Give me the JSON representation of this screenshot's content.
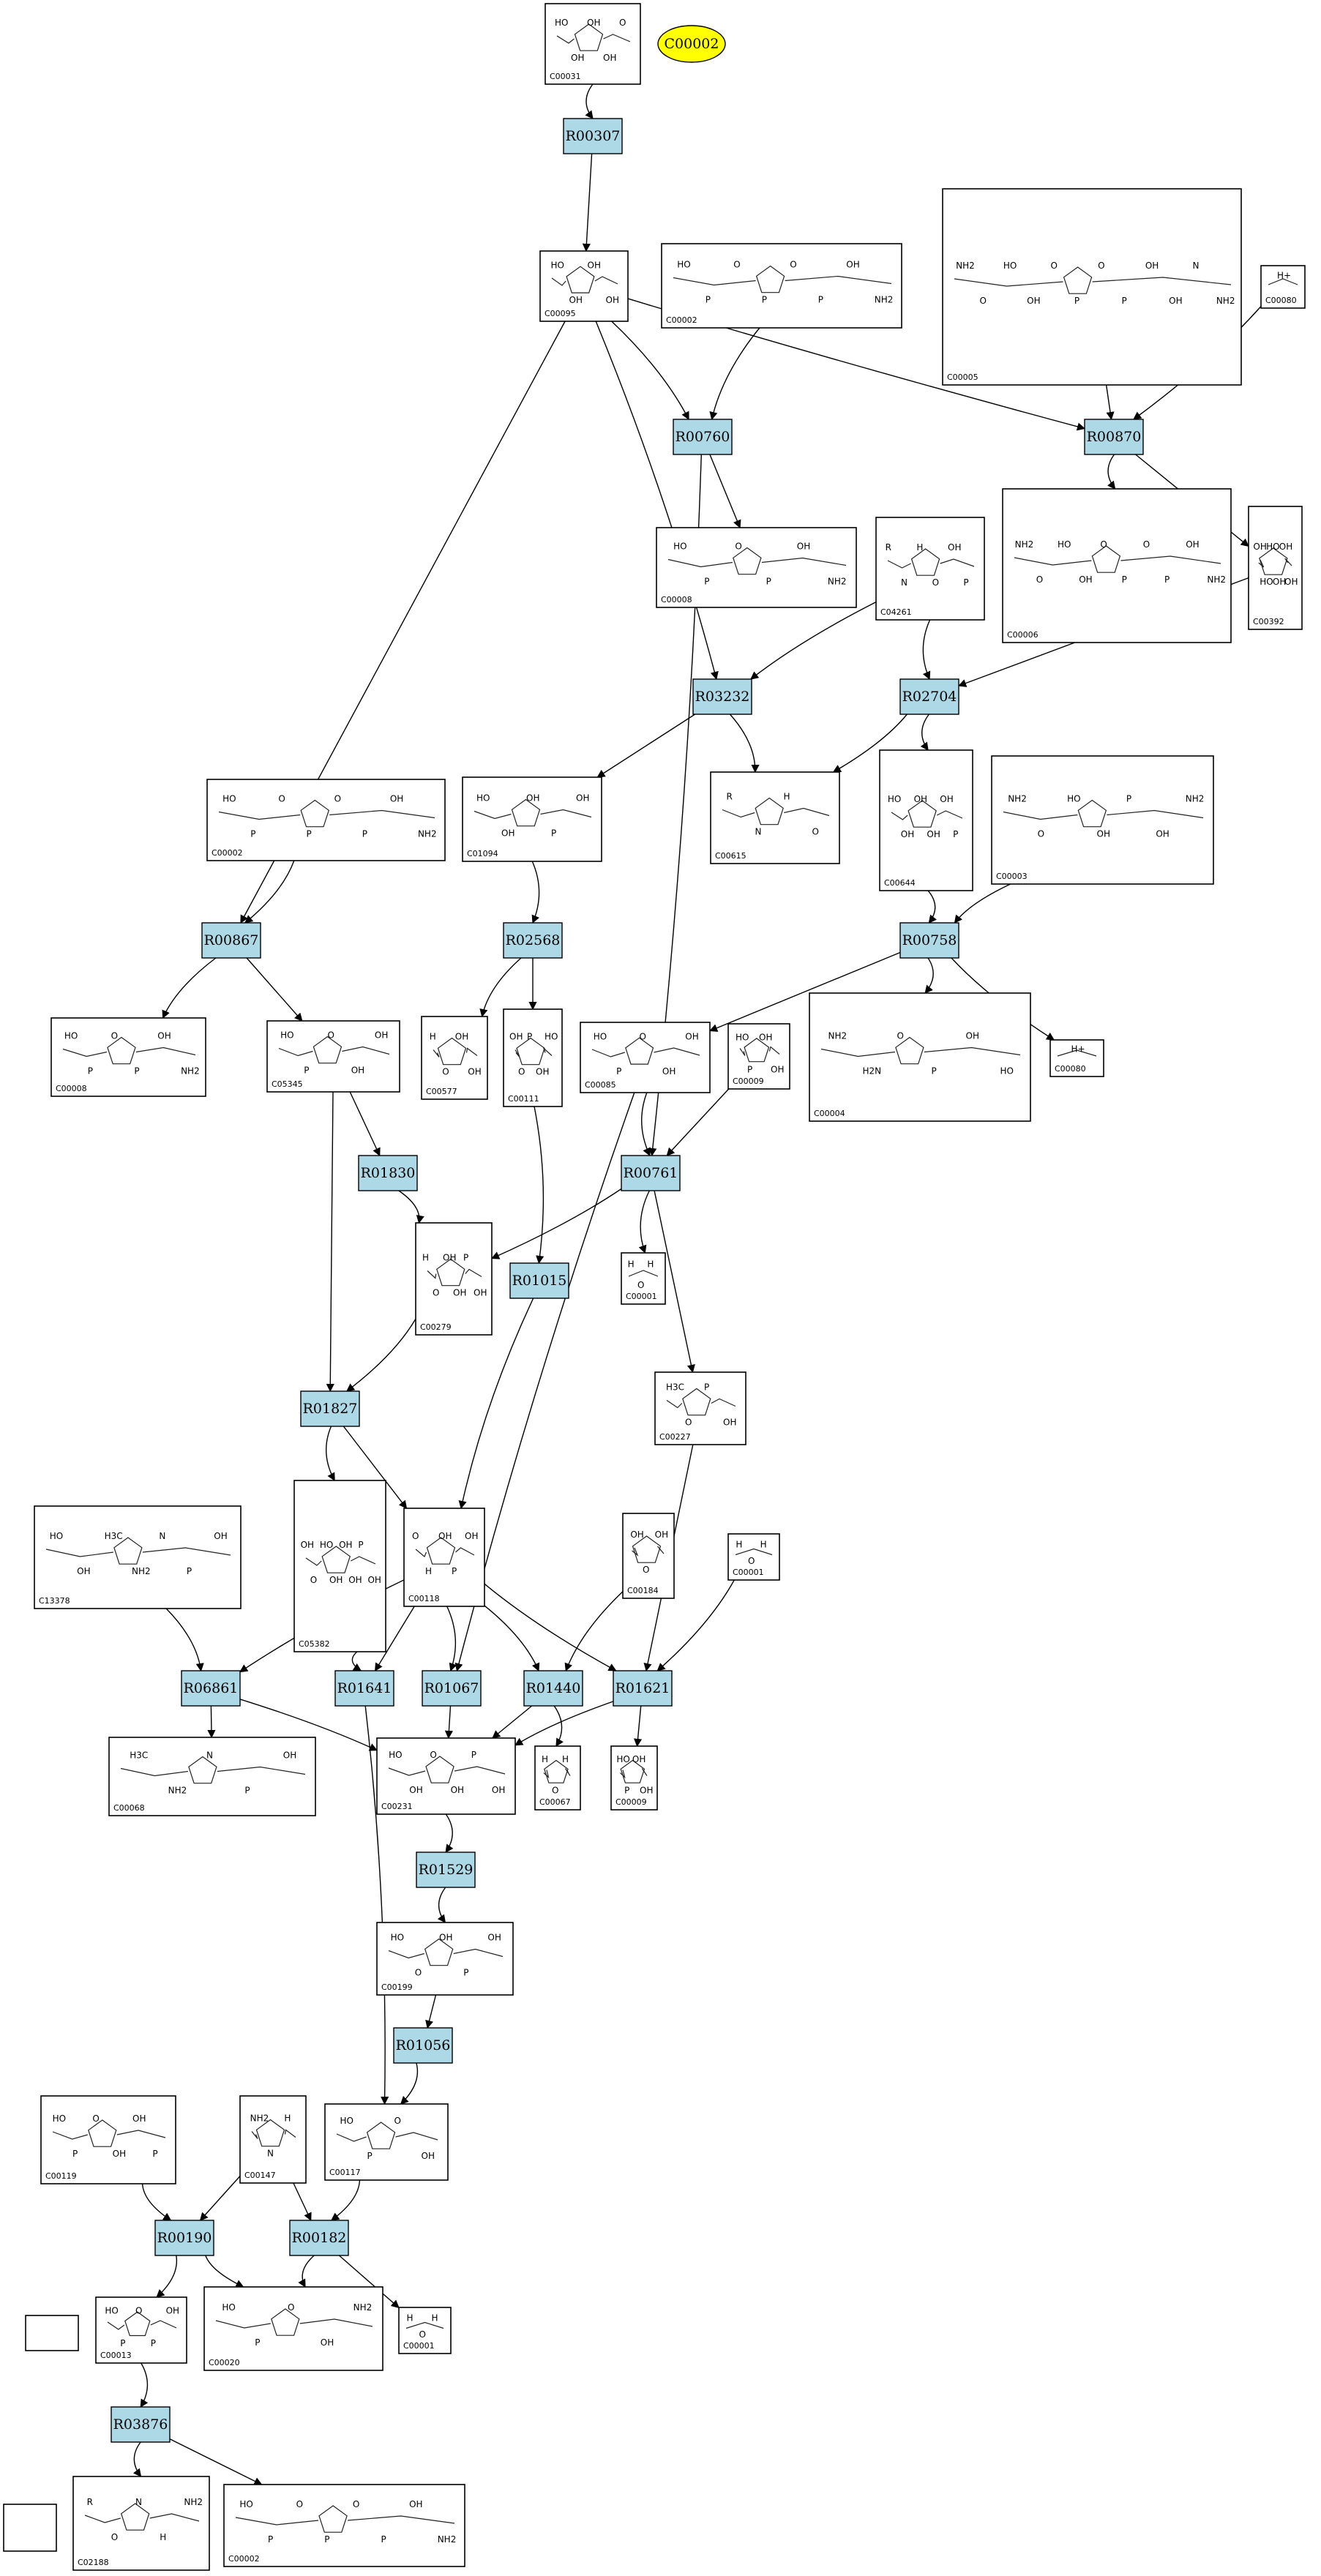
{
  "highlight": {
    "label": "C00002",
    "color": "#ffff00"
  },
  "reaction_color": "#add8e6",
  "reactions": [
    {
      "id": "R00307"
    },
    {
      "id": "R00760"
    },
    {
      "id": "R00870"
    },
    {
      "id": "R03232"
    },
    {
      "id": "R02704"
    },
    {
      "id": "R00867"
    },
    {
      "id": "R02568"
    },
    {
      "id": "R00758"
    },
    {
      "id": "R01830"
    },
    {
      "id": "R00761"
    },
    {
      "id": "R01015"
    },
    {
      "id": "R01827"
    },
    {
      "id": "R06861"
    },
    {
      "id": "R01641"
    },
    {
      "id": "R01067"
    },
    {
      "id": "R01440"
    },
    {
      "id": "R01621"
    },
    {
      "id": "R01529"
    },
    {
      "id": "R01056"
    },
    {
      "id": "R00190"
    },
    {
      "id": "R00182"
    },
    {
      "id": "R03876"
    }
  ],
  "compounds": [
    {
      "id": "C00031",
      "atoms": [
        "HO",
        "OH",
        "OH",
        "OH",
        "O"
      ]
    },
    {
      "id": "C00095",
      "atoms": [
        "HO",
        "OH",
        "OH",
        "OH"
      ]
    },
    {
      "id": "C00002",
      "atoms": [
        "HO",
        "P",
        "O",
        "P",
        "O",
        "P",
        "OH",
        "NH2"
      ]
    },
    {
      "id": "C00005",
      "atoms": [
        "NH2",
        "O",
        "HO",
        "OH",
        "O",
        "P",
        "O",
        "P",
        "OH",
        "OH",
        "N",
        "NH2"
      ]
    },
    {
      "id": "C00080",
      "atoms": [
        "H+"
      ]
    },
    {
      "id": "C00008",
      "atoms": [
        "HO",
        "P",
        "O",
        "P",
        "OH",
        "NH2"
      ]
    },
    {
      "id": "C04261",
      "atoms": [
        "R",
        "N",
        "H",
        "O",
        "OH",
        "P"
      ]
    },
    {
      "id": "C00006",
      "atoms": [
        "NH2",
        "O",
        "HO",
        "OH",
        "O",
        "P",
        "O",
        "P",
        "OH",
        "NH2"
      ]
    },
    {
      "id": "C00392",
      "atoms": [
        "OH",
        "HO",
        "HO",
        "OH",
        "OH",
        "OH"
      ]
    },
    {
      "id": "C00002",
      "atoms": [
        "HO",
        "P",
        "O",
        "P",
        "O",
        "P",
        "OH",
        "NH2"
      ]
    },
    {
      "id": "C01094",
      "atoms": [
        "HO",
        "OH",
        "OH",
        "P",
        "OH"
      ]
    },
    {
      "id": "C00615",
      "atoms": [
        "R",
        "N",
        "H",
        "O"
      ]
    },
    {
      "id": "C00644",
      "atoms": [
        "HO",
        "OH",
        "OH",
        "OH",
        "OH",
        "P"
      ]
    },
    {
      "id": "C00003",
      "atoms": [
        "NH2",
        "O",
        "HO",
        "OH",
        "P",
        "OH",
        "NH2"
      ]
    },
    {
      "id": "C00008",
      "atoms": [
        "HO",
        "P",
        "O",
        "P",
        "OH",
        "NH2"
      ]
    },
    {
      "id": "C05345",
      "atoms": [
        "HO",
        "P",
        "O",
        "OH",
        "OH"
      ]
    },
    {
      "id": "C00577",
      "atoms": [
        "H",
        "O",
        "OH",
        "OH"
      ]
    },
    {
      "id": "C00111",
      "atoms": [
        "OH",
        "O",
        "P",
        "OH",
        "HO"
      ]
    },
    {
      "id": "C00085",
      "atoms": [
        "HO",
        "P",
        "O",
        "OH",
        "OH"
      ]
    },
    {
      "id": "C00009",
      "atoms": [
        "HO",
        "P",
        "OH",
        "OH"
      ]
    },
    {
      "id": "C00004",
      "atoms": [
        "NH2",
        "H2N",
        "O",
        "P",
        "OH",
        "HO"
      ]
    },
    {
      "id": "C00080",
      "atoms": [
        "H+"
      ]
    },
    {
      "id": "C00279",
      "atoms": [
        "H",
        "O",
        "OH",
        "OH",
        "P",
        "OH"
      ]
    },
    {
      "id": "C00001",
      "atoms": [
        "H",
        "O",
        "H"
      ]
    },
    {
      "id": "C00227",
      "atoms": [
        "H3C",
        "O",
        "P",
        "OH"
      ]
    },
    {
      "id": "C05382",
      "atoms": [
        "OH",
        "O",
        "HO",
        "OH",
        "OH",
        "OH",
        "P",
        "OH"
      ]
    },
    {
      "id": "C00118",
      "atoms": [
        "O",
        "H",
        "OH",
        "P",
        "OH"
      ]
    },
    {
      "id": "C13378",
      "atoms": [
        "HO",
        "OH",
        "H3C",
        "NH2",
        "N",
        "P",
        "OH"
      ]
    },
    {
      "id": "C00184",
      "atoms": [
        "OH",
        "O",
        "OH"
      ]
    },
    {
      "id": "C00001",
      "atoms": [
        "H",
        "O",
        "H"
      ]
    },
    {
      "id": "C00068",
      "atoms": [
        "H3C",
        "NH2",
        "N",
        "P",
        "OH"
      ]
    },
    {
      "id": "C00231",
      "atoms": [
        "HO",
        "OH",
        "O",
        "OH",
        "P",
        "OH"
      ]
    },
    {
      "id": "C00067",
      "atoms": [
        "H",
        "O",
        "H"
      ]
    },
    {
      "id": "C00009",
      "atoms": [
        "HO",
        "P",
        "OH",
        "OH"
      ]
    },
    {
      "id": "C00199",
      "atoms": [
        "HO",
        "O",
        "OH",
        "P",
        "OH"
      ]
    },
    {
      "id": "C00119",
      "atoms": [
        "HO",
        "P",
        "O",
        "OH",
        "OH",
        "P"
      ]
    },
    {
      "id": "C00147",
      "atoms": [
        "NH2",
        "N",
        "H"
      ]
    },
    {
      "id": "C00117",
      "atoms": [
        "HO",
        "P",
        "O",
        "OH"
      ]
    },
    {
      "id": "C00013",
      "atoms": [
        "HO",
        "P",
        "O",
        "P",
        "OH"
      ]
    },
    {
      "id": "C00020",
      "atoms": [
        "HO",
        "P",
        "O",
        "OH",
        "NH2"
      ]
    },
    {
      "id": "C00001",
      "atoms": [
        "H",
        "O",
        "H"
      ]
    },
    {
      "id": "C02188",
      "atoms": [
        "R",
        "O",
        "N",
        "H",
        "NH2"
      ]
    },
    {
      "id": "C00002",
      "atoms": [
        "HO",
        "P",
        "O",
        "P",
        "O",
        "P",
        "OH",
        "NH2"
      ]
    }
  ]
}
